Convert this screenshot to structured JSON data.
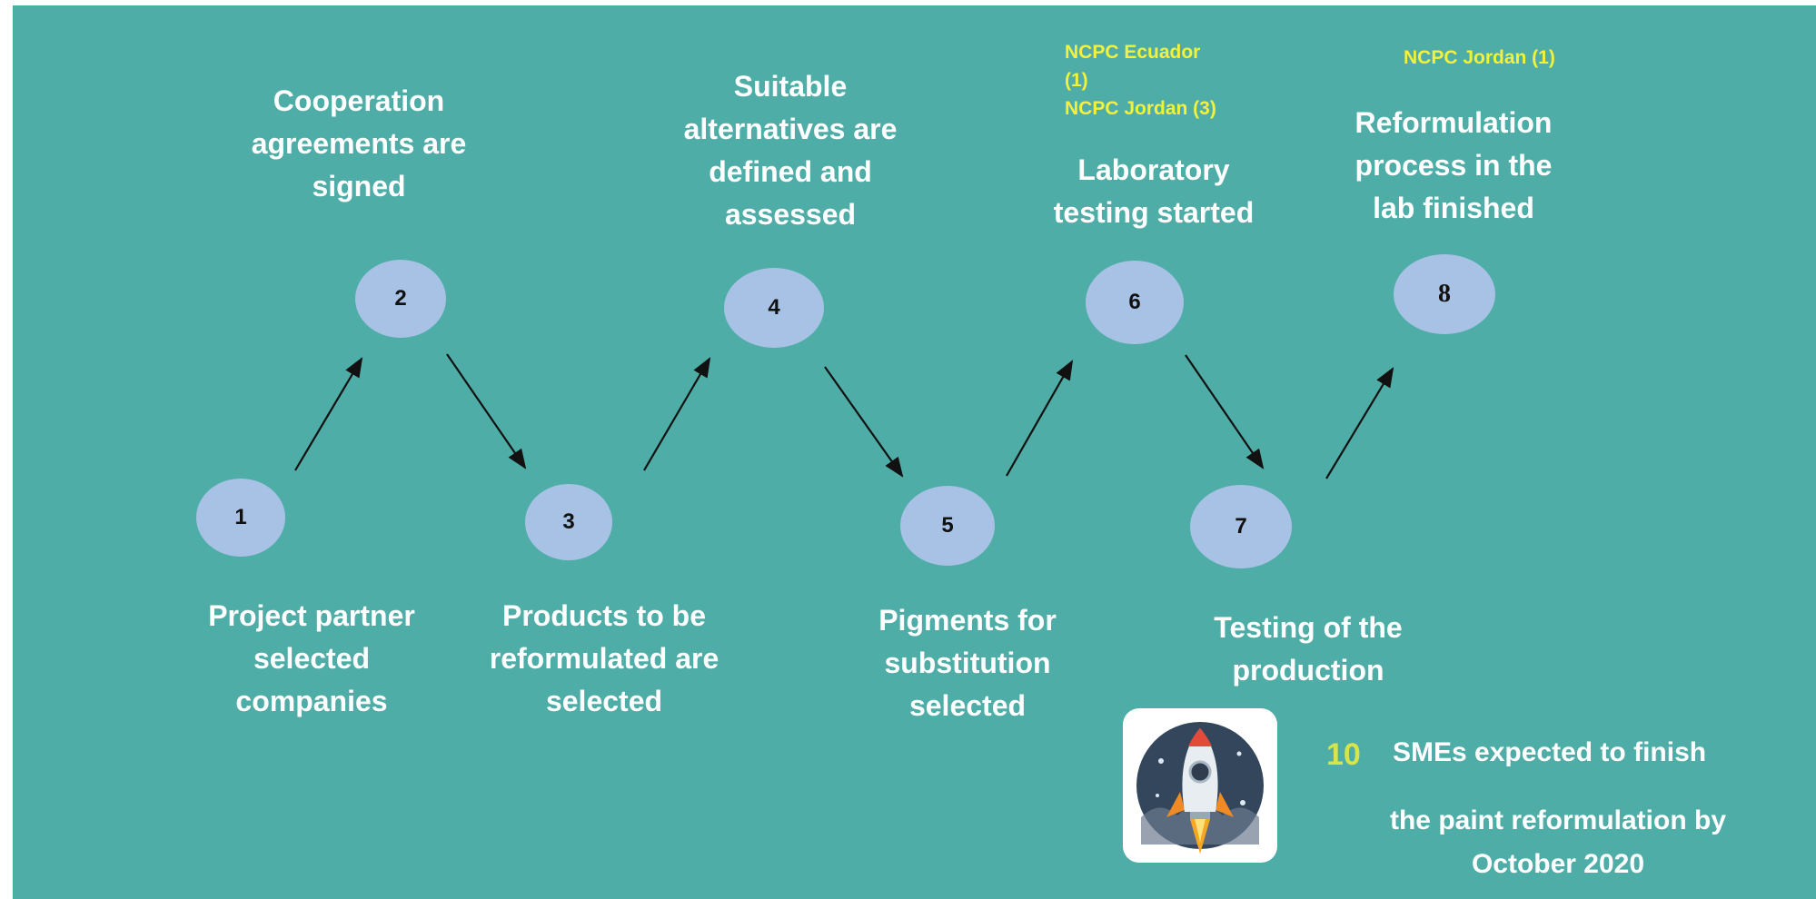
{
  "steps": [
    {
      "number": "1",
      "label_lines": [
        "Project partner",
        "selected",
        "companies"
      ]
    },
    {
      "number": "2",
      "label_lines": [
        "Cooperation",
        "agreements are",
        "signed"
      ]
    },
    {
      "number": "3",
      "label_lines": [
        "Products to be",
        "reformulated are",
        "selected"
      ]
    },
    {
      "number": "4",
      "label_lines": [
        "Suitable",
        "alternatives are",
        "defined and",
        "assessed"
      ]
    },
    {
      "number": "5",
      "label_lines": [
        "Pigments for",
        "substitution",
        "selected"
      ]
    },
    {
      "number": "6",
      "label_lines": [
        "Laboratory",
        "testing started"
      ],
      "note_lines": [
        "NCPC Ecuador",
        "(1)",
        "NCPC Jordan (3)"
      ]
    },
    {
      "number": "7",
      "label_lines": [
        "Testing of the",
        "production"
      ]
    },
    {
      "number": "8",
      "label_lines": [
        "Reformulation",
        "process in the",
        "lab finished"
      ],
      "note_lines": [
        "NCPC Jordan (1)"
      ]
    }
  ],
  "footer": {
    "count": "10",
    "text_line1": "SMEs expected to finish",
    "text_line2": "the paint reformulation by",
    "text_line3": "October 2020"
  },
  "colors": {
    "background": "#4fada7",
    "node": "#a7c2e4",
    "label": "#ffffff",
    "note": "#f2f23c",
    "count": "#d8e54a",
    "arrow": "#111111"
  },
  "icons": {
    "rocket": "rocket-icon"
  }
}
